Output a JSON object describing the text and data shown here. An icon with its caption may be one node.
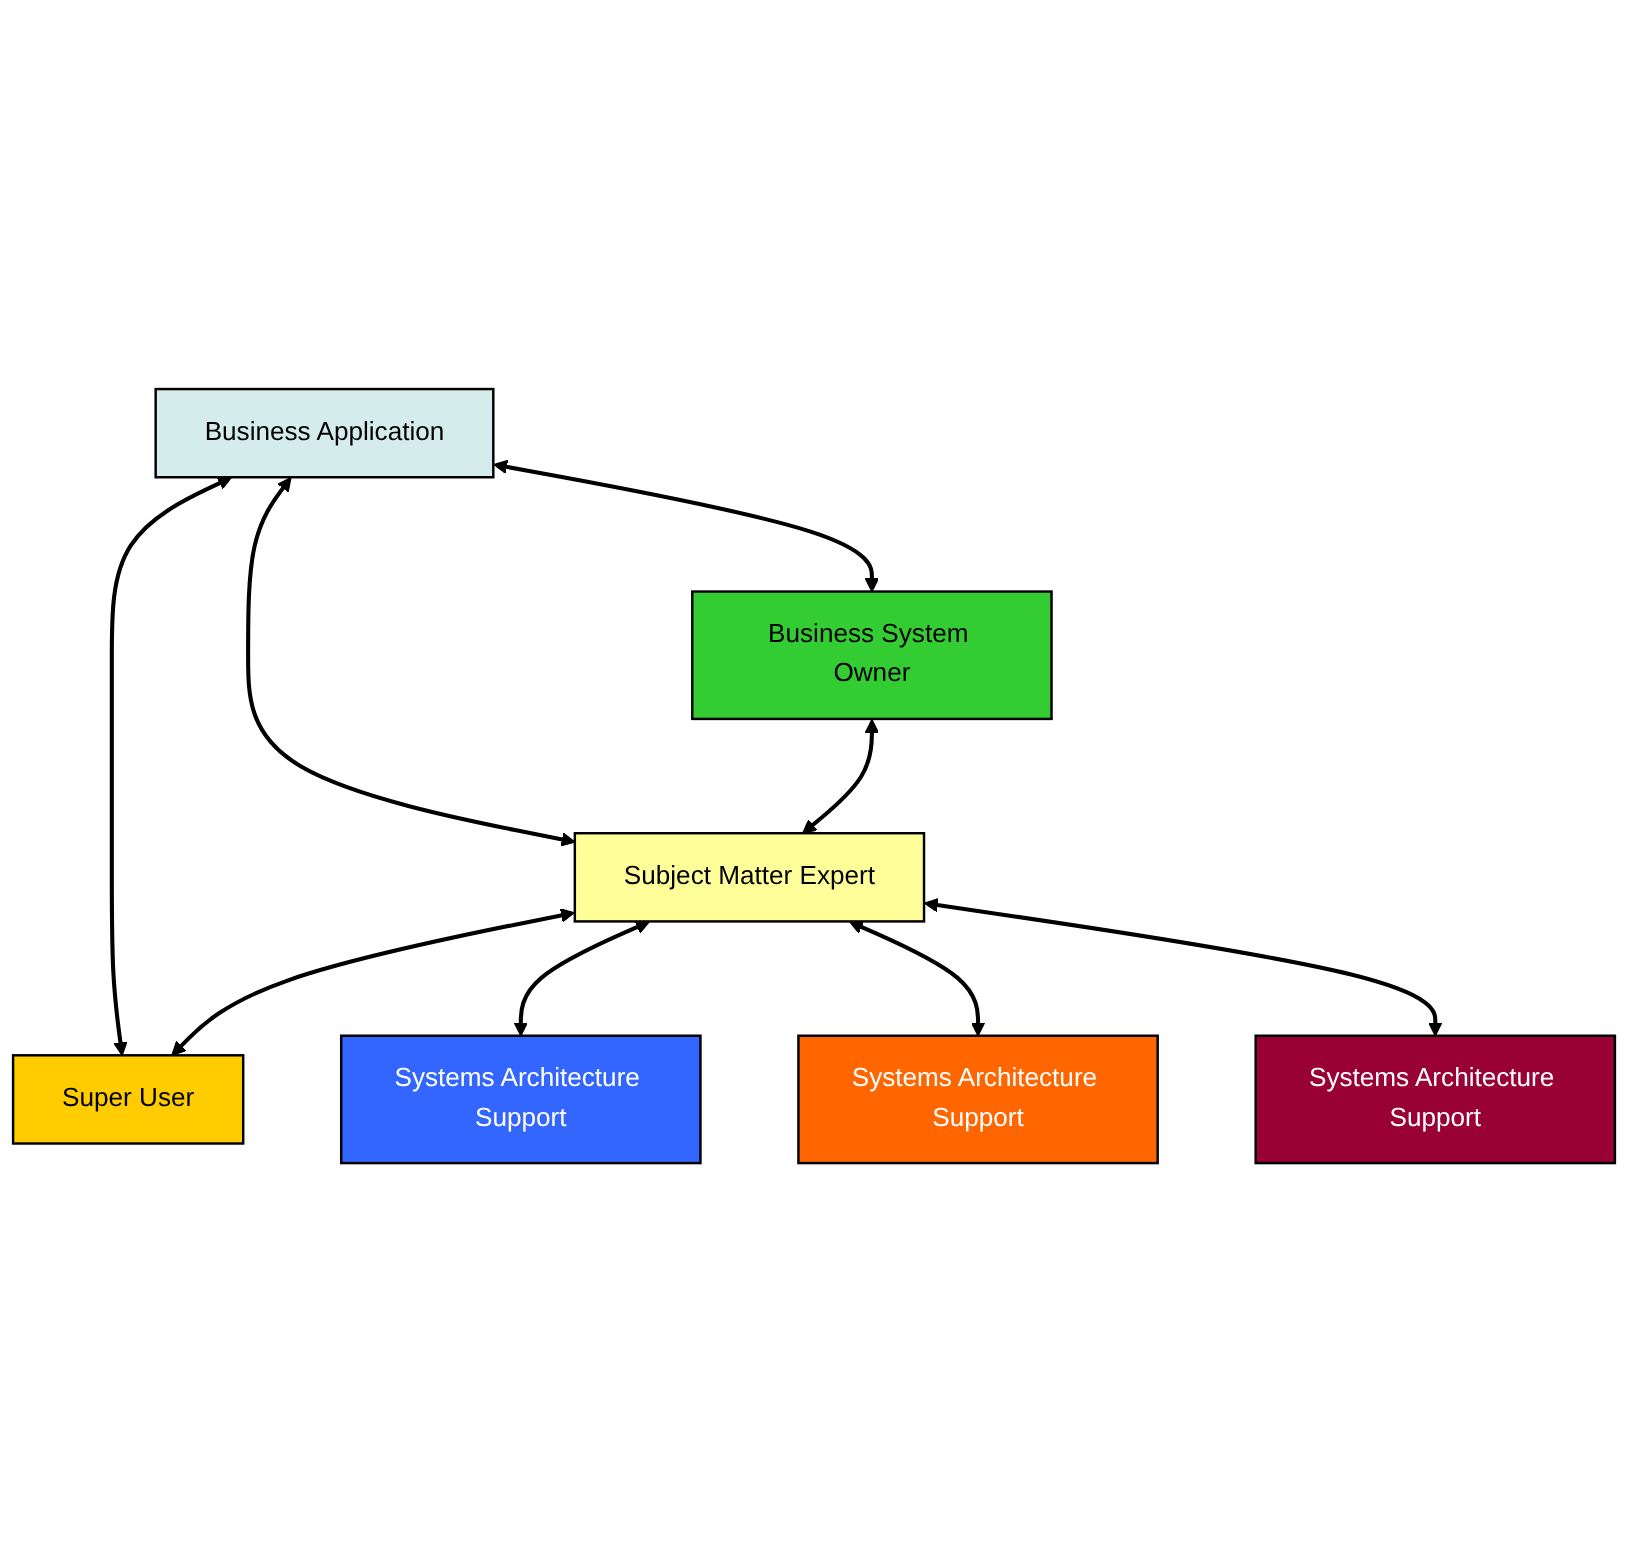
{
  "diagram": {
    "nodes": [
      {
        "text": [
          "Business Application"
        ]
      },
      {
        "text": [
          "Business System Owner"
        ]
      },
      {
        "text": [
          "Subject Matter Expert"
        ]
      },
      {
        "text": [
          "Super User"
        ]
      },
      {
        "text": [
          "Systems Architecture Support"
        ]
      },
      {
        "text": [
          "Systems Architecture Support"
        ]
      },
      {
        "text": [
          "Systems Architecture Support"
        ]
      }
    ],
    "edges": [
      {
        "from": 0,
        "to": 1,
        "arrow": "both"
      },
      {
        "from": 0,
        "to": 2,
        "arrow": "both"
      },
      {
        "from": 0,
        "to": 3,
        "arrow": "both"
      },
      {
        "from": 1,
        "to": 2,
        "arrow": "both"
      },
      {
        "from": 2,
        "to": 3,
        "arrow": "both"
      },
      {
        "from": 2,
        "to": 4,
        "arrow": "both"
      },
      {
        "from": 2,
        "to": 5,
        "arrow": "both"
      },
      {
        "from": 2,
        "to": 6,
        "arrow": "both"
      }
    ]
  }
}
